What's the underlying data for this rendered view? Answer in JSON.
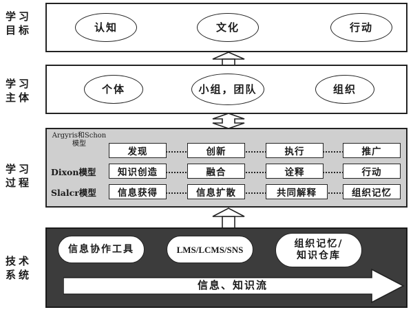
{
  "rows": {
    "goals": {
      "label_line1": "学习",
      "label_line2": "目标",
      "items": [
        "认知",
        "文化",
        "行动"
      ]
    },
    "subjects": {
      "label_line1": "学习",
      "label_line2": "主体",
      "items": [
        "个体",
        "小组，团队",
        "组织"
      ]
    },
    "process": {
      "label_line1": "学习",
      "label_line2": "过程",
      "models": [
        {
          "name": "Argyris和Schon",
          "name2": "模型",
          "steps": [
            "发现",
            "创新",
            "执行",
            "推广"
          ]
        },
        {
          "name": "Dixon模型",
          "steps": [
            "知识创造",
            "融合",
            "诠释",
            "行动"
          ]
        },
        {
          "name": "Slalcr模型",
          "steps": [
            "信息获得",
            "信息扩散",
            "共同解释",
            "组织记忆"
          ]
        }
      ]
    },
    "technology": {
      "label_line1": "技术",
      "label_line2": "系统",
      "items": [
        "信息协作工具",
        "LMS/LCMS/SNS",
        "组织记忆/",
        "知识仓库"
      ],
      "flow_label": "信息、知识流"
    }
  }
}
